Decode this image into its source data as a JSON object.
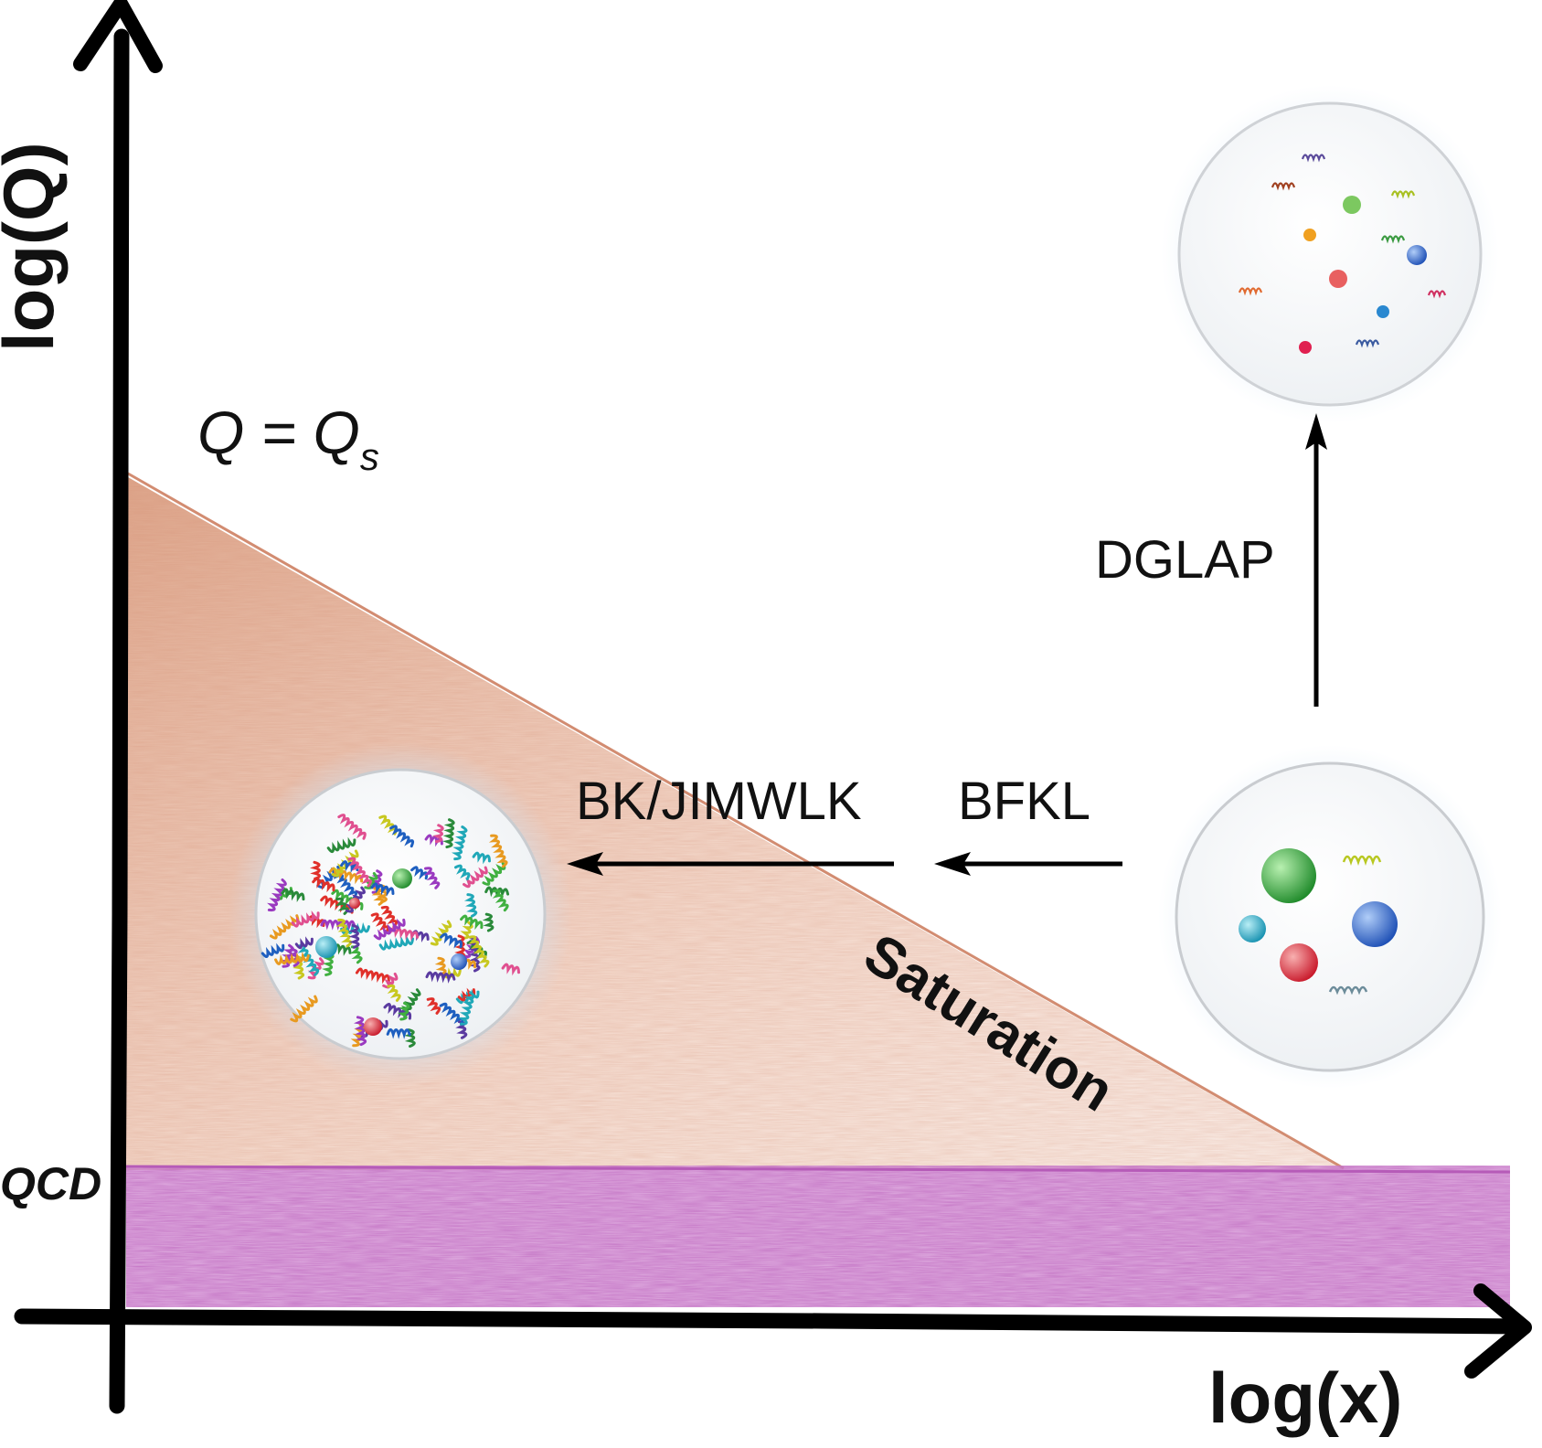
{
  "labels": {
    "y_axis": "log(Q)",
    "x_axis": "log(x)",
    "saturation_line_prefix": "Q = Q",
    "saturation_line_subscript": "s",
    "dglap": "DGLAP",
    "bk_jimwlk": "BK/JIMWLK",
    "bfkl": "BFKL",
    "saturation": "Saturation",
    "lambda_qcd": "QCD"
  },
  "colors": {
    "axis": "#000000",
    "saturation_region": "#e3a888",
    "saturation_edge": "#c8704e",
    "nonperturbative_band": "#c069c4",
    "proton_fill": "#f2f5f8",
    "proton_outline": "#c9ccd0",
    "glow": "#cfe3f5"
  },
  "icons": {
    "dilute_proton_large_x": "dilute-proton-icon",
    "dense_proton_small_x": "dense-proton-icon",
    "valence_proton": "valence-proton-icon"
  }
}
